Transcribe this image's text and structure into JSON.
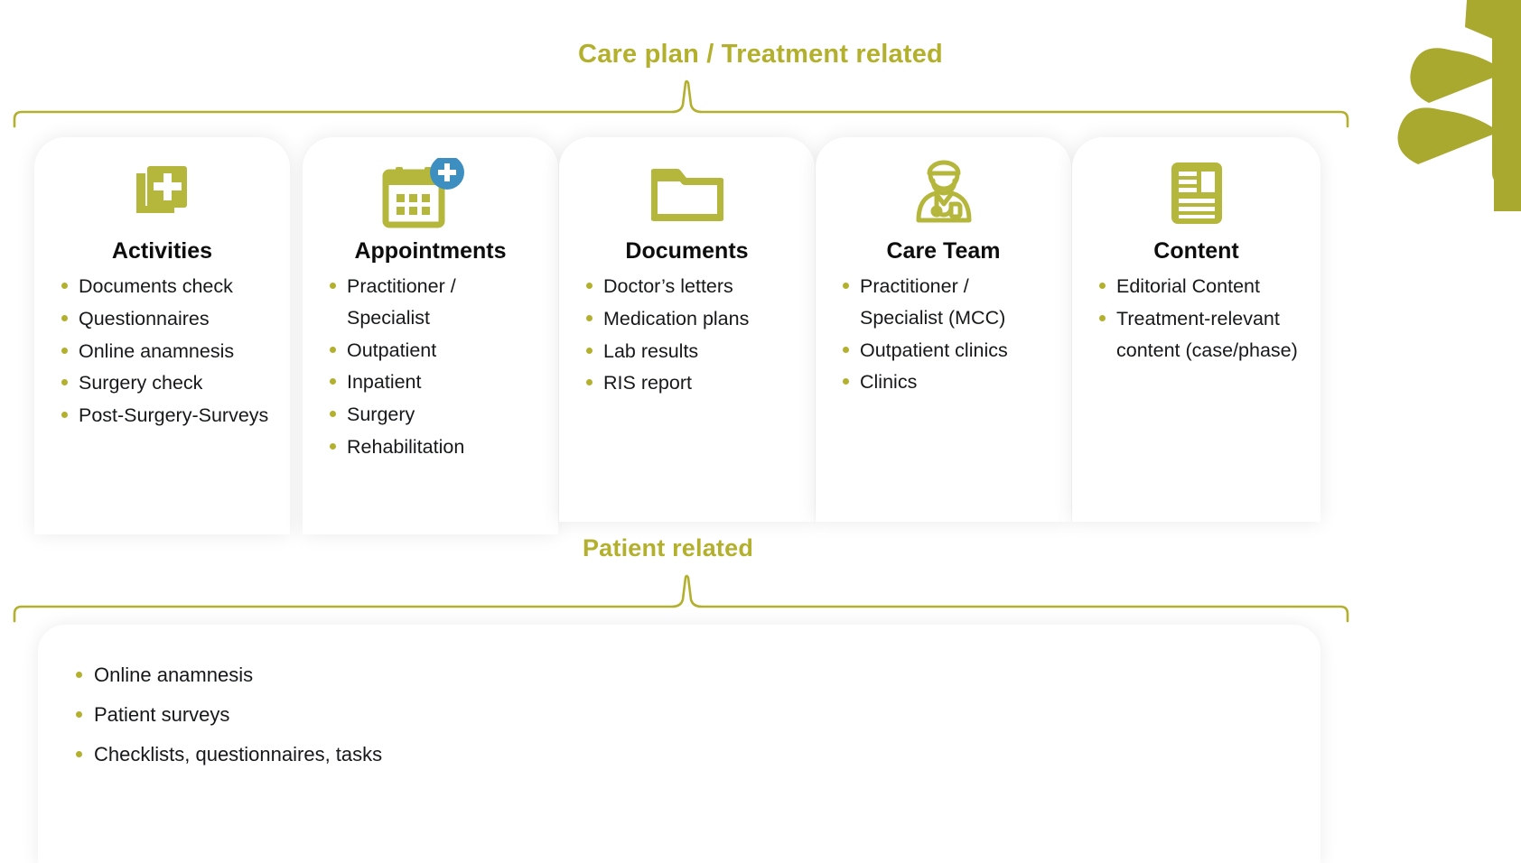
{
  "theme": {
    "accent_olive": "#b3b02e",
    "icon_olive": "#b5b73c",
    "badge_blue": "#3e8fc1",
    "text_dark": "#17181a",
    "card_background": "#ffffff",
    "page_background": "#ffffff"
  },
  "sections": {
    "top": {
      "label": "Care plan / Treatment related"
    },
    "bottom": {
      "label": "Patient related",
      "items": [
        "Online anamnesis",
        "Patient surveys",
        "Checklists, questionnaires, tasks"
      ]
    }
  },
  "cards": [
    {
      "title": "Activities",
      "icon": "document-plus-icon",
      "items": [
        "Documents check",
        "Questionnaires",
        "Online anamnesis",
        "Surgery check",
        "Post-Surgery-Surveys"
      ]
    },
    {
      "title": "Appointments",
      "icon": "calendar-add-icon",
      "badge": "plus-badge-icon",
      "items": [
        "Practitioner / Specialist",
        "Outpatient",
        "Inpatient",
        "Surgery",
        "Rehabilitation"
      ]
    },
    {
      "title": "Documents",
      "icon": "folder-icon",
      "items": [
        "Doctor’s letters",
        "Medication plans",
        "Lab results",
        "RIS report"
      ]
    },
    {
      "title": "Care Team",
      "icon": "doctor-icon",
      "items": [
        "Practitioner / Specialist (MCC)",
        "Outpatient clinics",
        "Clinics"
      ]
    },
    {
      "title": "Content",
      "icon": "article-icon",
      "items": [
        "Editorial Content",
        "Treatment-relevant content (case/phase)"
      ]
    }
  ],
  "decoration": {
    "leaf": "leaf-decoration-icon"
  }
}
